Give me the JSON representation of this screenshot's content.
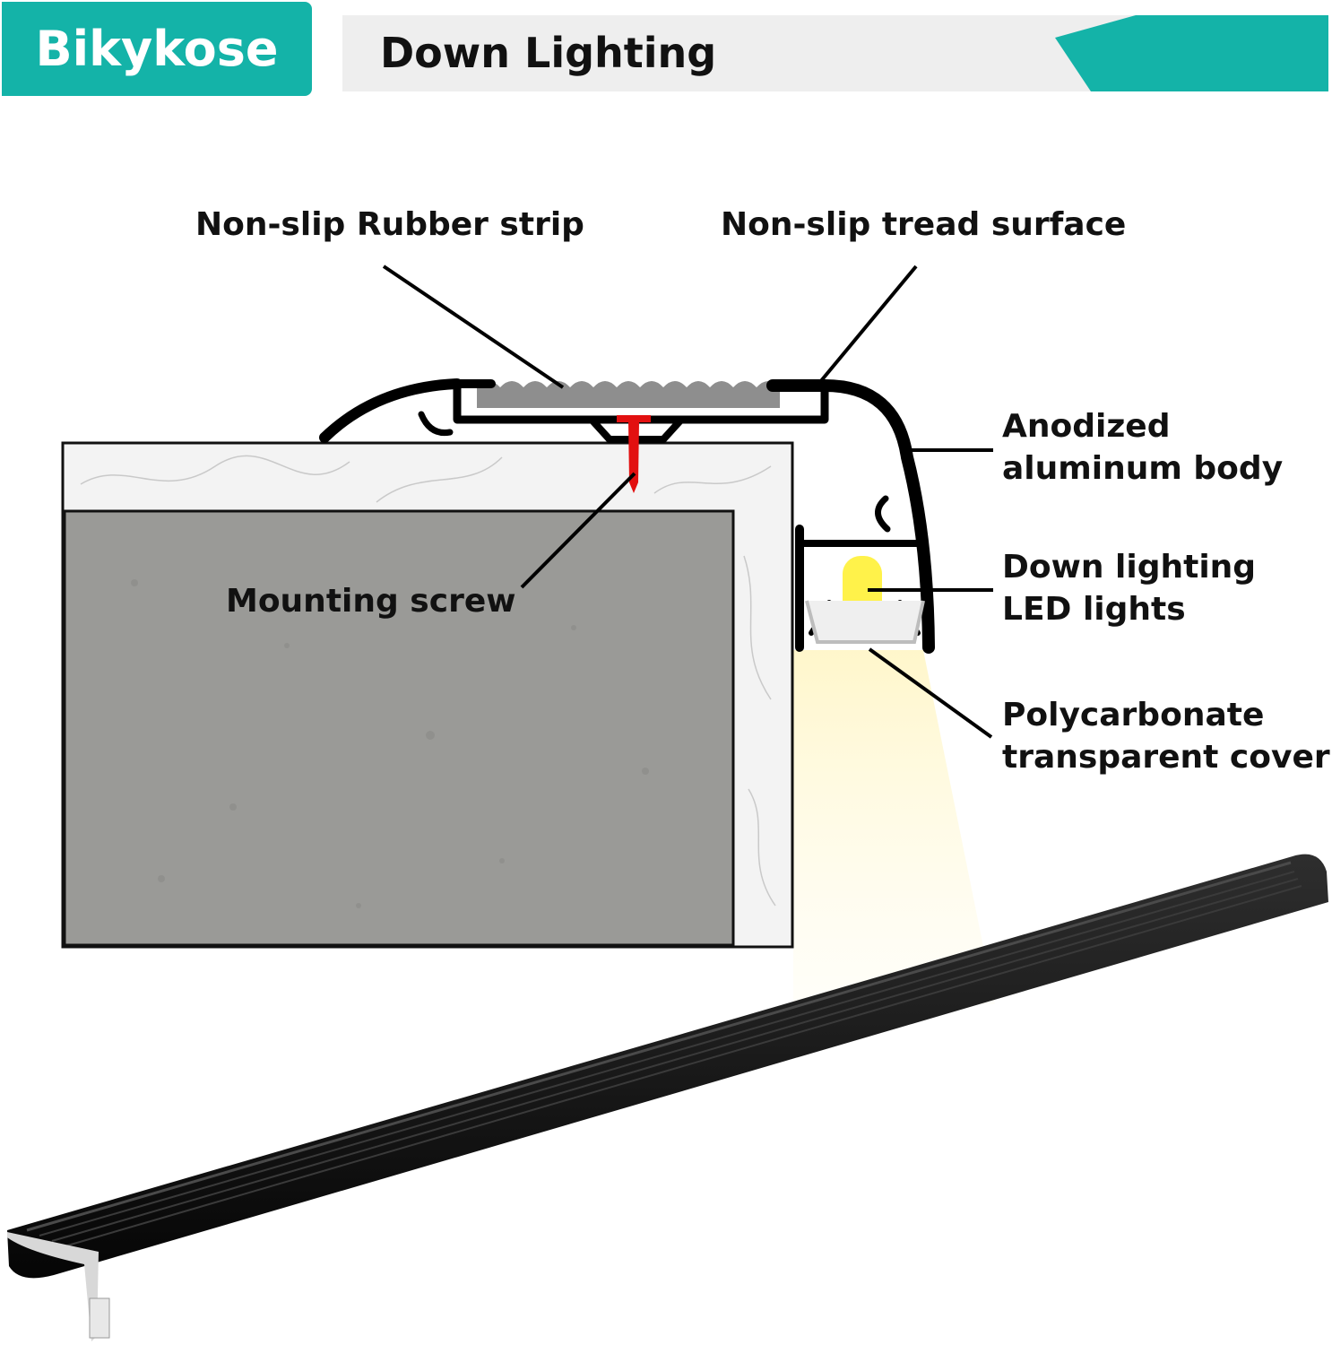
{
  "brand": {
    "name": "Bikykose",
    "color": "#14b3a8"
  },
  "header": {
    "title": "Down Lighting"
  },
  "labels": {
    "rubber_strip": "Non-slip Rubber strip",
    "tread_surface": "Non-slip tread surface",
    "body_line1": "Anodized",
    "body_line2": "aluminum body",
    "led_line1": "Down lighting",
    "led_line2": "LED lights",
    "cover_line1": "Polycarbonate",
    "cover_line2": "transparent cover",
    "screw": "Mounting screw"
  },
  "colors": {
    "profile": "#000000",
    "rubber": "#8e8e8e",
    "marble": "#f3f3f3",
    "concrete": "#9a9a97",
    "screw": "#e21010",
    "led": "#fff24a",
    "light_beam": "#fffbe0"
  }
}
